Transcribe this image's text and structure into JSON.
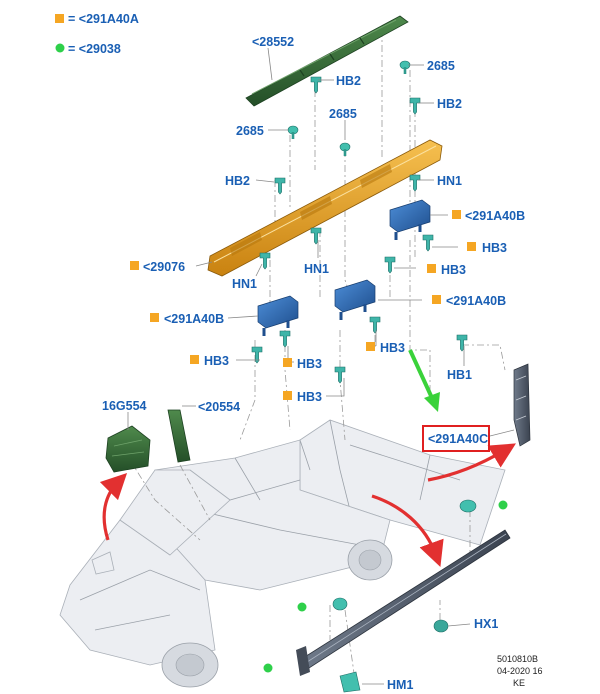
{
  "legend": {
    "orange_label": "= <291A40A",
    "green_label": "= <29038",
    "orange_color": "#f5a623",
    "green_color": "#2ed04a"
  },
  "labels": {
    "l_28552": "<28552",
    "l_hb2_a": "HB2",
    "l_2685_a": "2685",
    "l_hb2_b": "HB2",
    "l_2685_b": "2685",
    "l_2685_c": "2685",
    "l_hb2_c": "HB2",
    "l_hn1_a": "HN1",
    "l_291a40b_a": "<291A40B",
    "l_hb3_a": "HB3",
    "l_29076": "<29076",
    "l_hb3_b": "HB3",
    "l_hn1_b": "HN1",
    "l_hn1_c": "HN1",
    "l_291a40b_b": "<291A40B",
    "l_291a40b_c": "<291A40B",
    "l_hb3_c": "HB3",
    "l_hb3_d": "HB3",
    "l_hb3_e": "HB3",
    "l_hb3_f": "HB3",
    "l_hb1": "HB1",
    "l_16g554": "16G554",
    "l_20554": "<20554",
    "l_291a40c": "<291A40C",
    "l_hx1": "HX1",
    "l_hm1": "HM1"
  },
  "footer": {
    "code": "5010810B",
    "date": "04-2020 16",
    "initials": "KE"
  },
  "colors": {
    "label_blue": "#1a5fb4",
    "strip_green": "#2f6b33",
    "board_orange": "#e29b1a",
    "bracket_blue": "#2a67b0",
    "fastener_teal": "#3fb5a9",
    "highlight_red": "#e02020",
    "arrow_red": "#e23030",
    "arrow_green": "#3ad23a"
  }
}
